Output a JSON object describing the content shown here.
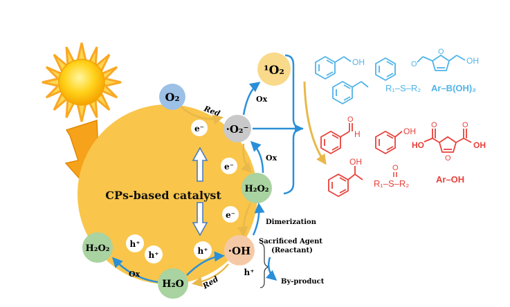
{
  "catalyst": {
    "label": "CPs-based catalyst",
    "color": "#F9C54B"
  },
  "species": {
    "o2": "O₂",
    "singlet_o2": "¹O₂",
    "superoxide": "·O₂⁻",
    "h2o2_right": "H₂O₂",
    "hydroxyl": "·OH",
    "h2o2_left": "H₂O₂",
    "h2o": "H₂O"
  },
  "charges": {
    "electron": "e⁻",
    "hole": "h⁺"
  },
  "process_labels": {
    "red_top": "Red",
    "ox_top": "Ox",
    "ox_mid": "Ox",
    "dimerization": "Dimerization",
    "sacrificed_agent_line1": "Sacrificed Agent",
    "sacrificed_agent_line2": "(Reactant)",
    "by_product": "By-product",
    "ox_left": "Ox",
    "red_bottom": "Red"
  },
  "reactants": {
    "benzyl_alcohol_oh": "OH",
    "hmf_oh": "OH",
    "sulfide": "R₁–S–R₂",
    "boronic_acid": "Ar–B(OH)₂"
  },
  "products": {
    "benzaldehyde_h": "H",
    "phenol_oh": "OH",
    "fdca_ho": "HO",
    "fdca_oh": "OH",
    "phenylethanol_oh": "OH",
    "sulfoxide_o": "O",
    "sulfoxide": "R₁–S–R₂",
    "aryl_alcohol": "Ar–OH"
  },
  "colors": {
    "reactant": "#4FB3E8",
    "product": "#E8403A",
    "arrow_blue": "#2A8FD8",
    "arrow_gold": "#E8B84A",
    "o2_bubble": "#9CC0E6",
    "singlet_bubble": "#F9D98A",
    "superoxide_bubble": "#C9C9C9",
    "green_bubble": "#A9D3A0",
    "oh_bubble": "#F6C9A6"
  }
}
